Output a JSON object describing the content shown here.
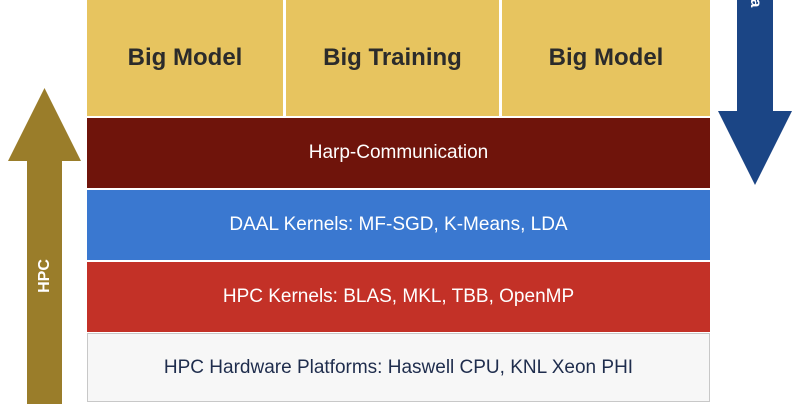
{
  "top_row": {
    "boxes": [
      {
        "label": "Big Model"
      },
      {
        "label": "Big Training"
      },
      {
        "label": "Big Model"
      }
    ]
  },
  "layers": {
    "harp": "Harp-Communication",
    "daal": "DAAL Kernels: MF-SGD, K-Means, LDA",
    "hpc_kernels": "HPC Kernels: BLAS, MKL, TBB, OpenMP",
    "hardware": "HPC Hardware Platforms: Haswell CPU, KNL Xeon PHI"
  },
  "arrows": {
    "left": {
      "label": "HPC",
      "color": "#9a7d2a",
      "direction": "up"
    },
    "right": {
      "label": "a",
      "color": "#1b4585",
      "direction": "down"
    }
  },
  "colors": {
    "top_box": "#e7c45f",
    "harp": "#6f140b",
    "daal": "#3a78d0",
    "hpc_kernels": "#c33127",
    "hardware": "#f7f7f7"
  }
}
